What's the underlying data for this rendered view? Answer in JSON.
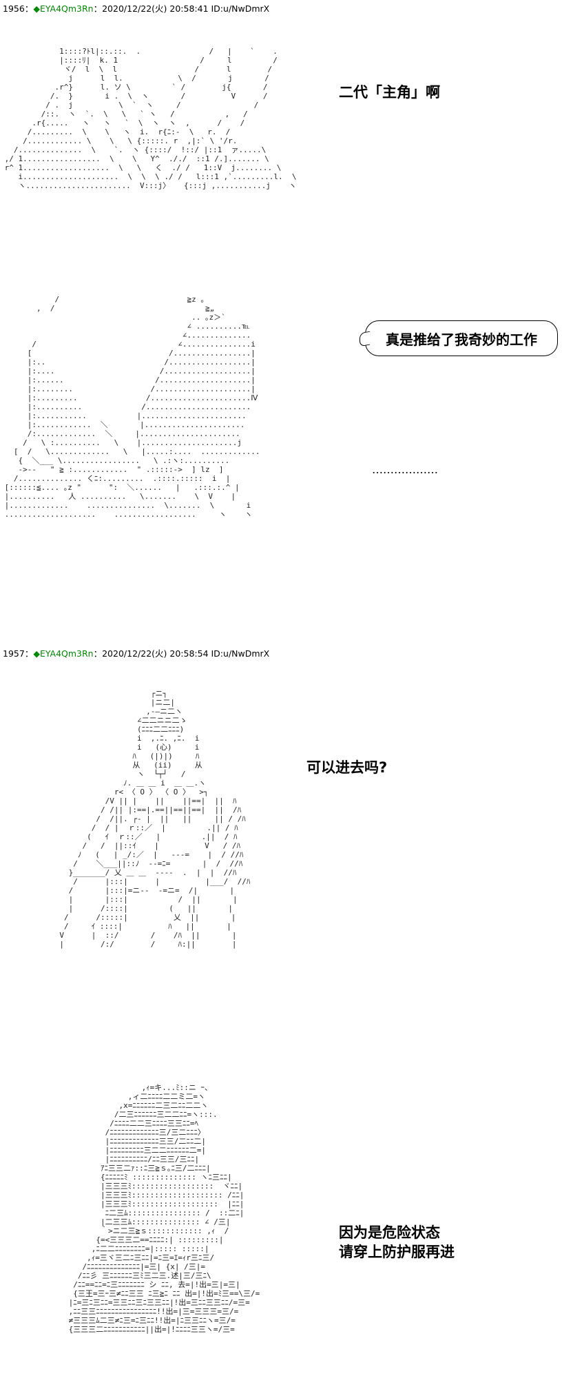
{
  "posts": [
    {
      "number": "1956",
      "separator": "：",
      "diamond": "◆",
      "trip": "EYA4Qm3Rn",
      "meta": "：2020/12/22(火) 20:58:41 ID:u/NwDmrX"
    },
    {
      "number": "1957",
      "separator": "：",
      "diamond": "◆",
      "trip": "EYA4Qm3Rn",
      "meta": "：2020/12/22(火) 20:58:54 ID:u/NwDmrX"
    }
  ],
  "panels": {
    "panel1": {
      "caption": "二代「主角」啊"
    },
    "panel2": {
      "bubble_text": "真是推给了我奇妙的工作",
      "ellipsis": "………………"
    },
    "panel3": {
      "caption": "可以进去吗?"
    },
    "panel4": {
      "caption_line1": "因为是危险状态",
      "caption_line2": "请穿上防护服再进"
    }
  }
}
